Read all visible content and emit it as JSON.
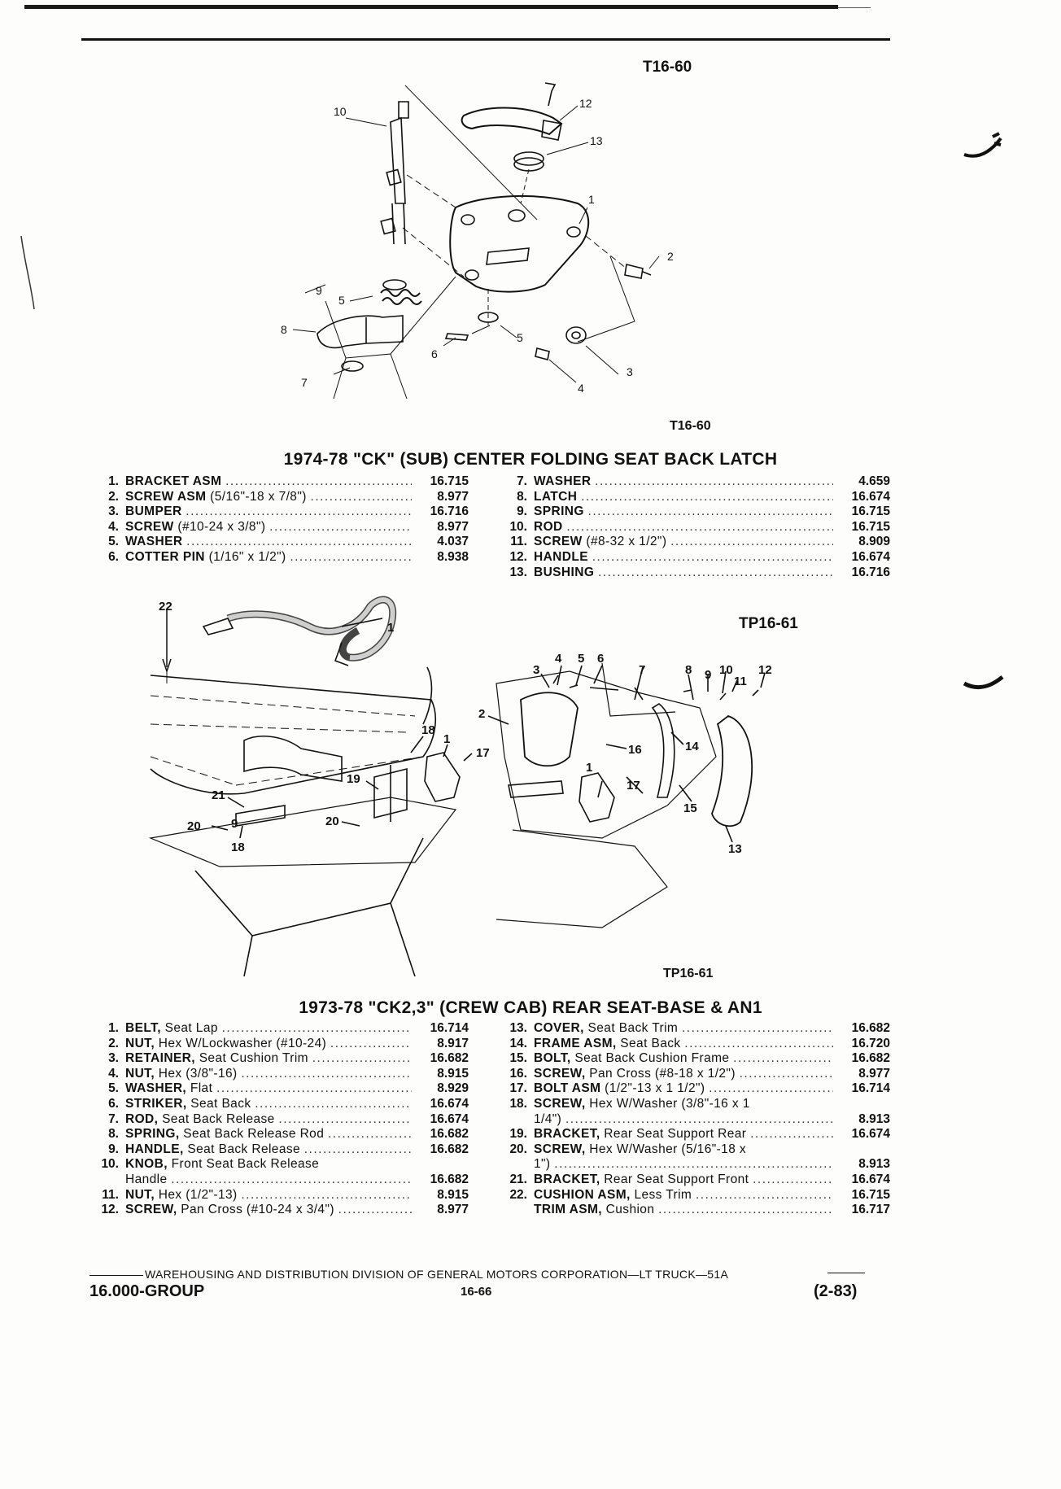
{
  "header": {
    "fig1_ref_top": "T16-60",
    "fig1_ref_bottom": "T16-60",
    "fig2_ref_top": "TP16-61",
    "fig2_ref_bottom": "TP16-61"
  },
  "figure1": {
    "callouts": [
      "10",
      "12",
      "13",
      "1",
      "2",
      "3",
      "4",
      "5",
      "6",
      "7",
      "8",
      "9",
      "5"
    ]
  },
  "figure2": {
    "callouts": [
      "22",
      "1",
      "4",
      "5",
      "6",
      "3",
      "7",
      "8",
      "9",
      "10",
      "11",
      "12",
      "2",
      "18",
      "17",
      "1",
      "16",
      "14",
      "19",
      "21",
      "20",
      "9",
      "18",
      "20",
      "1",
      "17",
      "15",
      "13"
    ]
  },
  "section1": {
    "title": "1974-78 \"CK\" (SUB) CENTER FOLDING SEAT BACK LATCH",
    "left": [
      {
        "num": "1.",
        "name": "BRACKET ASM",
        "detail": "",
        "pn": "16.715"
      },
      {
        "num": "2.",
        "name": "SCREW ASM",
        "detail": " (5/16\"-18 x 7/8\")",
        "pn": "8.977"
      },
      {
        "num": "3.",
        "name": "BUMPER",
        "detail": "",
        "pn": "16.716"
      },
      {
        "num": "4.",
        "name": "SCREW",
        "detail": " (#10-24 x 3/8\")",
        "pn": "8.977"
      },
      {
        "num": "5.",
        "name": "WASHER",
        "detail": "",
        "pn": "4.037"
      },
      {
        "num": "6.",
        "name": "COTTER PIN",
        "detail": " (1/16\" x 1/2\")",
        "pn": "8.938"
      }
    ],
    "right": [
      {
        "num": "7.",
        "name": "WASHER",
        "detail": "",
        "pn": "4.659"
      },
      {
        "num": "8.",
        "name": "LATCH",
        "detail": "",
        "pn": "16.674"
      },
      {
        "num": "9.",
        "name": "SPRING",
        "detail": "",
        "pn": "16.715"
      },
      {
        "num": "10.",
        "name": "ROD",
        "detail": "",
        "pn": "16.715"
      },
      {
        "num": "11.",
        "name": "SCREW",
        "detail": " (#8-32 x 1/2\")",
        "pn": "8.909"
      },
      {
        "num": "12.",
        "name": "HANDLE",
        "detail": "",
        "pn": "16.674"
      },
      {
        "num": "13.",
        "name": "BUSHING",
        "detail": "",
        "pn": "16.716"
      }
    ]
  },
  "section2": {
    "title": "1973-78 \"CK2,3\" (CREW CAB) REAR SEAT-BASE & AN1",
    "left": [
      {
        "num": "1.",
        "name": "BELT,",
        "detail": " Seat Lap",
        "pn": "16.714"
      },
      {
        "num": "2.",
        "name": "NUT,",
        "detail": " Hex W/Lockwasher (#10-24)",
        "pn": "8.917"
      },
      {
        "num": "3.",
        "name": "RETAINER,",
        "detail": " Seat Cushion Trim",
        "pn": "16.682"
      },
      {
        "num": "4.",
        "name": "NUT,",
        "detail": " Hex (3/8\"-16)",
        "pn": "8.915"
      },
      {
        "num": "5.",
        "name": "WASHER,",
        "detail": " Flat",
        "pn": "8.929"
      },
      {
        "num": "6.",
        "name": "STRIKER,",
        "detail": " Seat Back",
        "pn": "16.674"
      },
      {
        "num": "7.",
        "name": "ROD,",
        "detail": " Seat Back Release",
        "pn": "16.674"
      },
      {
        "num": "8.",
        "name": "SPRING,",
        "detail": " Seat Back Release Rod",
        "pn": "16.682"
      },
      {
        "num": "9.",
        "name": "HANDLE,",
        "detail": " Seat Back Release",
        "pn": "16.682"
      },
      {
        "num": "10.",
        "name": "KNOB,",
        "detail": " Front Seat Back Release",
        "cont": "Handle",
        "pn": "16.682"
      },
      {
        "num": "11.",
        "name": "NUT,",
        "detail": " Hex (1/2\"-13)",
        "pn": "8.915"
      },
      {
        "num": "12.",
        "name": "SCREW,",
        "detail": " Pan Cross (#10-24 x 3/4\")",
        "pn": "8.977"
      }
    ],
    "right": [
      {
        "num": "13.",
        "name": "COVER,",
        "detail": " Seat Back Trim",
        "pn": "16.682"
      },
      {
        "num": "14.",
        "name": "FRAME ASM,",
        "detail": " Seat Back",
        "pn": "16.720"
      },
      {
        "num": "15.",
        "name": "BOLT,",
        "detail": " Seat Back Cushion Frame",
        "pn": "16.682"
      },
      {
        "num": "16.",
        "name": "SCREW,",
        "detail": " Pan Cross (#8-18 x 1/2\")",
        "pn": "8.977"
      },
      {
        "num": "17.",
        "name": "BOLT ASM",
        "detail": " (1/2\"-13 x 1 1/2\")",
        "pn": "16.714"
      },
      {
        "num": "18.",
        "name": "SCREW,",
        "detail": " Hex W/Washer (3/8\"-16 x 1",
        "cont": "1/4\")",
        "pn": "8.913"
      },
      {
        "num": "19.",
        "name": "BRACKET,",
        "detail": " Rear Seat Support Rear",
        "pn": "16.674"
      },
      {
        "num": "20.",
        "name": "SCREW,",
        "detail": " Hex W/Washer (5/16\"-18 x",
        "cont": "1\")",
        "pn": "8.913"
      },
      {
        "num": "21.",
        "name": "BRACKET,",
        "detail": " Rear Seat Support Front",
        "pn": "16.674"
      },
      {
        "num": "22.",
        "name": "CUSHION ASM,",
        "detail": " Less Trim",
        "pn": "16.715"
      },
      {
        "num": "",
        "name": "TRIM ASM,",
        "detail": " Cushion",
        "pn": "16.717"
      }
    ]
  },
  "footer": {
    "line": "WAREHOUSING AND DISTRIBUTION  DIVISION OF GENERAL MOTORS CORPORATION—LT TRUCK—51A",
    "group": "16.000-GROUP",
    "page": "16-66",
    "date": "(2-83)"
  }
}
